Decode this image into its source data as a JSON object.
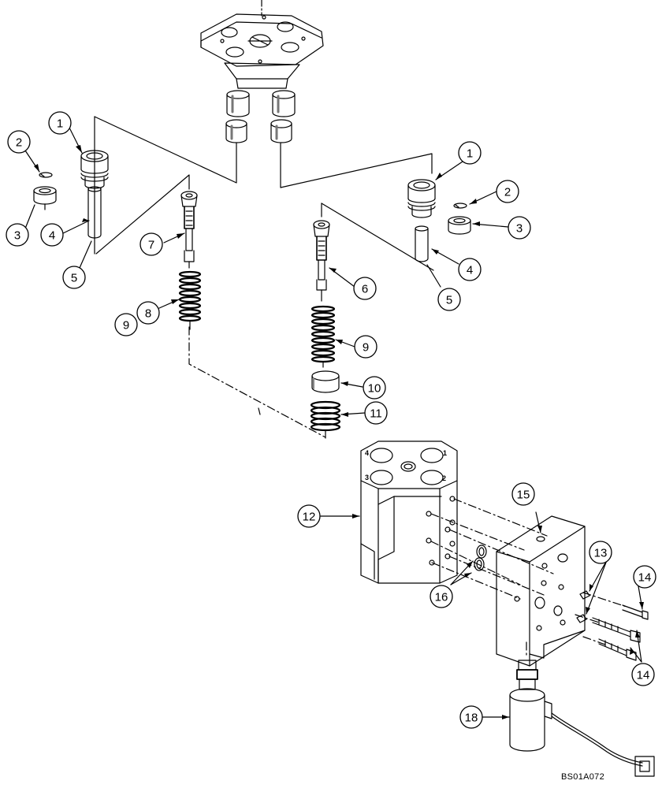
{
  "reference_code": "BS01A072",
  "callouts": [
    {
      "num": "1",
      "label": "upper-left"
    },
    {
      "num": "1",
      "label": "upper-right"
    },
    {
      "num": "2",
      "label": "left"
    },
    {
      "num": "2",
      "label": "right"
    },
    {
      "num": "3",
      "label": "left"
    },
    {
      "num": "3",
      "label": "right"
    },
    {
      "num": "4",
      "label": "left"
    },
    {
      "num": "4",
      "label": "right"
    },
    {
      "num": "5",
      "label": "left"
    },
    {
      "num": "5",
      "label": "right"
    },
    {
      "num": "6",
      "label": "center"
    },
    {
      "num": "7",
      "label": "left"
    },
    {
      "num": "8",
      "label": "left"
    },
    {
      "num": "9",
      "label": "left"
    },
    {
      "num": "9",
      "label": "center"
    },
    {
      "num": "10",
      "label": "center"
    },
    {
      "num": "11",
      "label": "center"
    },
    {
      "num": "12",
      "label": "body"
    },
    {
      "num": "13",
      "label": "plugs"
    },
    {
      "num": "14",
      "label": "upper"
    },
    {
      "num": "14",
      "label": "lower"
    },
    {
      "num": "15",
      "label": "manifold"
    },
    {
      "num": "16",
      "label": "orings"
    },
    {
      "num": "18",
      "label": "solenoid"
    }
  ],
  "port_labels": [
    "4",
    "1",
    "3",
    "2"
  ],
  "line_color": "#000000"
}
